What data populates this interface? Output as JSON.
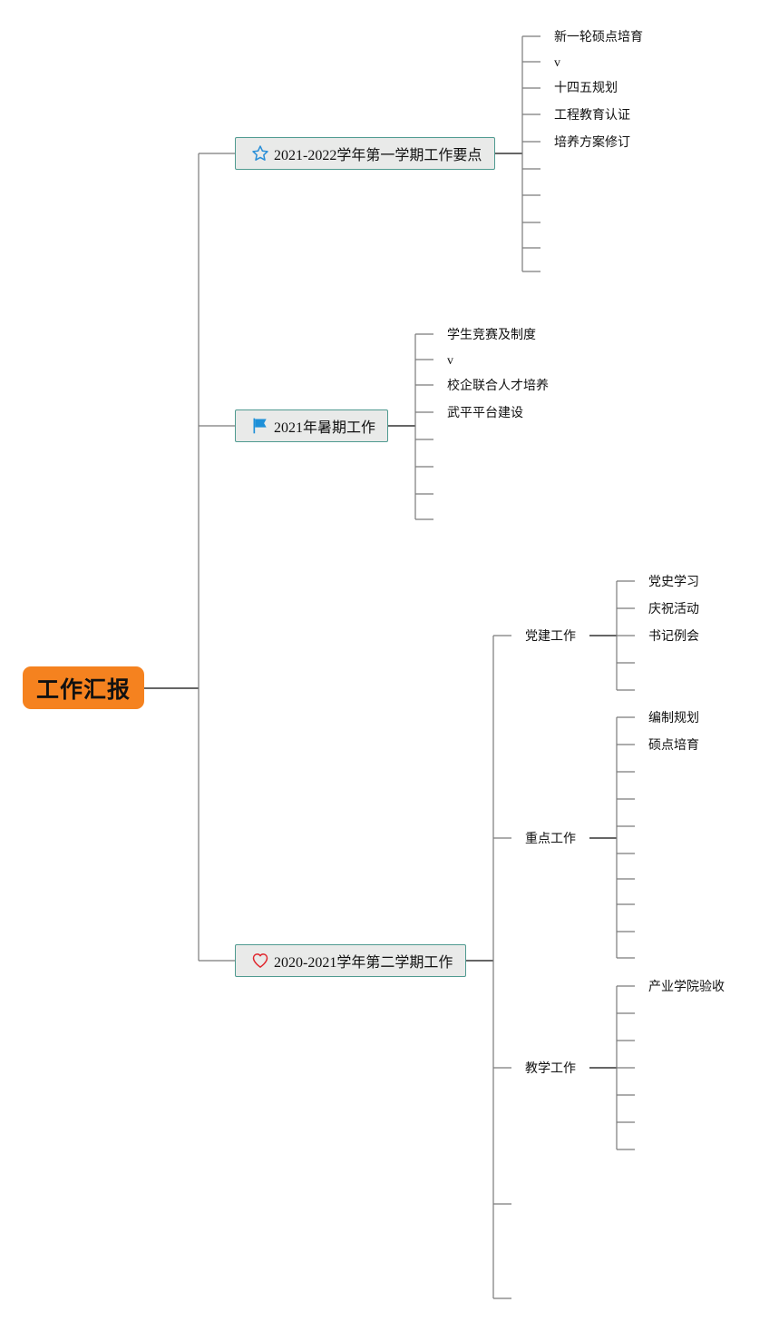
{
  "root": {
    "label": "工作汇报",
    "color": "#f5821f"
  },
  "branches": [
    {
      "label": "2021-2022学年第一学期工作要点",
      "icon": "star-icon",
      "icon_color": "#2a8fd8",
      "items": [
        "新一轮硕点培育",
        "v",
        "十四五规划",
        "工程教育认证",
        "培养方案修订"
      ],
      "empty_items": 5
    },
    {
      "label": "2021年暑期工作",
      "icon": "flag-icon",
      "icon_color": "#1e90d8",
      "items": [
        "学生竞赛及制度",
        "v",
        "校企联合人才培养",
        "武平平台建设"
      ],
      "empty_items": 4
    },
    {
      "label": "2020-2021学年第二学期工作",
      "icon": "heart-icon",
      "icon_color": "#e0262d",
      "subtopics": [
        {
          "label": "党建工作",
          "items": [
            "党史学习",
            "庆祝活动",
            "书记例会"
          ],
          "empty_items": 2
        },
        {
          "label": "重点工作",
          "items": [
            "编制规划",
            "硕点培育"
          ],
          "empty_items": 8
        },
        {
          "label": "教学工作",
          "items": [
            "产业学院验收"
          ],
          "empty_items": 6
        }
      ],
      "empty_items": 2
    }
  ]
}
